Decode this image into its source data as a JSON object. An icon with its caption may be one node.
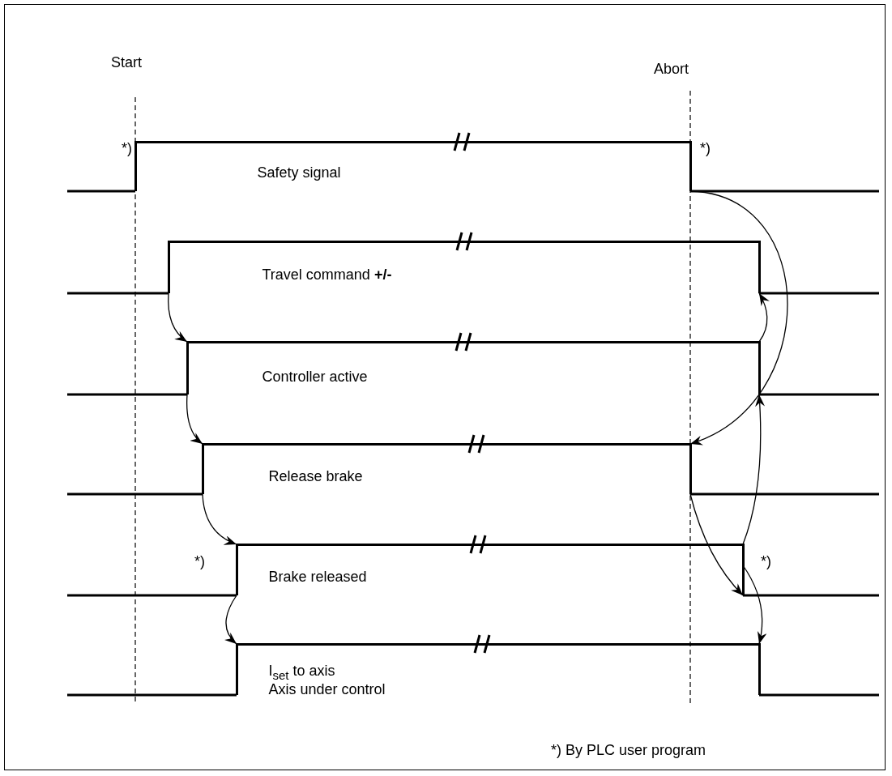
{
  "diagram": {
    "nodes": [
      {
        "text": [
          "Safety signal"
        ],
        "beside": [
          "*)",
          "*)"
        ]
      },
      {
        "text": [
          "Travel command **+/-**"
        ]
      },
      {
        "text": [
          "Controller active"
        ]
      },
      {
        "text": [
          "Release brake"
        ]
      },
      {
        "text": [
          "Brake released"
        ],
        "beside": [
          "*)",
          "*)"
        ]
      },
      {
        "text": [
          "I$_{set}$ to axis",
          "Axis under control"
        ]
      }
    ],
    "edges": [
      {
        "from": 1,
        "to": 2,
        "arrow": "to"
      },
      {
        "from": 2,
        "to": 3,
        "arrow": "to"
      },
      {
        "from": 3,
        "to": 4,
        "arrow": "to"
      },
      {
        "from": 4,
        "to": 5,
        "arrow": "to"
      },
      {
        "from": 0,
        "to": 3,
        "arrow": "to"
      },
      {
        "from": 3,
        "to": 4,
        "arrow": "to"
      },
      {
        "from": 4,
        "to": 5,
        "arrow": "to"
      },
      {
        "from": 4,
        "to": 2,
        "arrow": "to"
      },
      {
        "from": 2,
        "to": 1,
        "arrow": "to"
      }
    ],
    "labels": [
      "Start",
      "Abort",
      "*) By PLC user program"
    ]
  }
}
